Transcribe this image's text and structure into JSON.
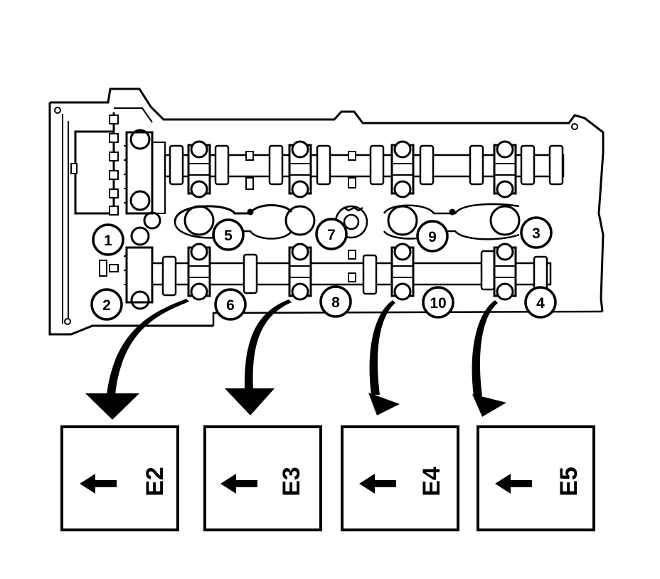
{
  "diagram": {
    "callouts": [
      {
        "id": "callout-1",
        "label": "1"
      },
      {
        "id": "callout-2",
        "label": "2"
      },
      {
        "id": "callout-3",
        "label": "3"
      },
      {
        "id": "callout-4",
        "label": "4"
      },
      {
        "id": "callout-5",
        "label": "5"
      },
      {
        "id": "callout-6",
        "label": "6"
      },
      {
        "id": "callout-7",
        "label": "7"
      },
      {
        "id": "callout-8",
        "label": "8"
      },
      {
        "id": "callout-9",
        "label": "9"
      },
      {
        "id": "callout-10",
        "label": "10"
      }
    ],
    "caps": [
      {
        "id": "cap-e2",
        "label": "E2"
      },
      {
        "id": "cap-e3",
        "label": "E3"
      },
      {
        "id": "cap-e4",
        "label": "E4"
      },
      {
        "id": "cap-e5",
        "label": "E5"
      }
    ],
    "line_color": "#000000",
    "background": "#ffffff"
  }
}
